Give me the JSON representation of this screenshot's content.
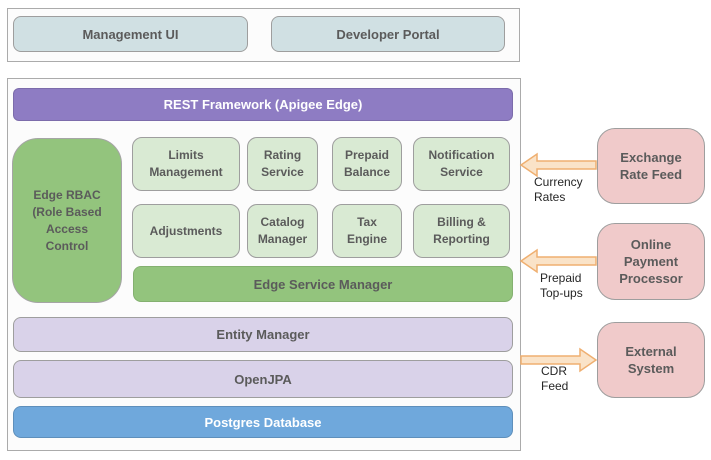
{
  "top": {
    "management_ui": "Management UI",
    "developer_portal": "Developer Portal"
  },
  "main": {
    "rest_framework": "REST Framework (Apigee Edge)",
    "edge_rbac": "Edge RBAC (Role Based Access Control",
    "services": [
      "Limits Management",
      "Rating Service",
      "Prepaid Balance",
      "Notification Service",
      "Adjustments",
      "Catalog Manager",
      "Tax Engine",
      "Billing & Reporting"
    ],
    "edge_service_manager": "Edge Service Manager",
    "entity_manager": "Entity Manager",
    "open_jpa": "OpenJPA",
    "postgres_database": "Postgres Database"
  },
  "external": {
    "exchange_rate_feed": "Exchange Rate Feed",
    "online_payment_processor": "Online Payment Processor",
    "external_system": "External System"
  },
  "flows": {
    "currency_rates": {
      "label": "Currency Rates",
      "direction": "in"
    },
    "prepaid_topups": {
      "label": "Prepaid Top-ups",
      "direction": "in"
    },
    "cdr_feed": {
      "label": "CDR Feed",
      "direction": "out"
    }
  },
  "colors": {
    "purple": "#8E7CC3",
    "green": "#93C47D",
    "light_green": "#D9EAD3",
    "lavender": "#D9D2E9",
    "blue": "#6FA8DC",
    "teal": "#D0E0E3",
    "pink": "#F0CACA",
    "arrow_fill": "#FAE3C8",
    "arrow_stroke": "#EFAF70"
  }
}
